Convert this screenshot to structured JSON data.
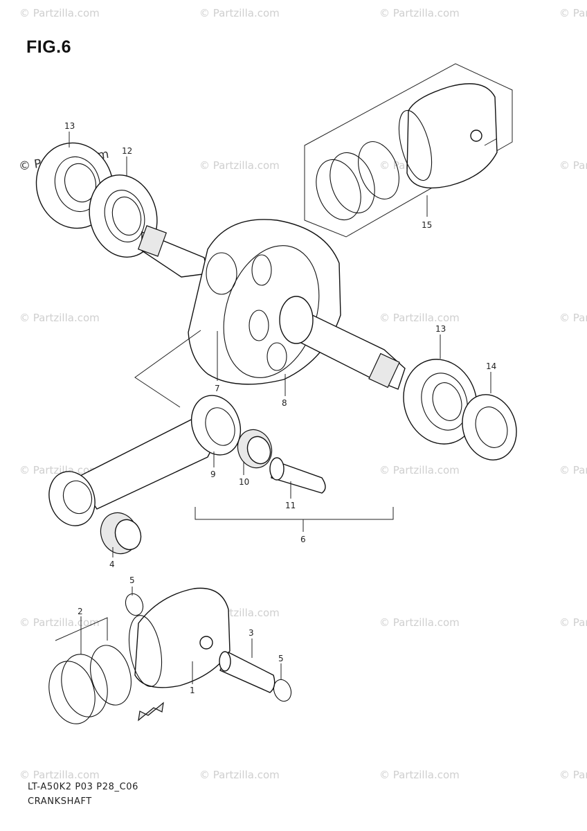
{
  "figure": {
    "title": "FIG.6",
    "model_code": "LT-A50K2 P03 P28_C06",
    "caption": "CRANKSHAFT"
  },
  "watermark": {
    "text": "© Partzilla.com"
  },
  "callouts": {
    "c1": "1",
    "c2": "2",
    "c3": "3",
    "c4": "4",
    "c5a": "5",
    "c5b": "5",
    "c6": "6",
    "c7": "7",
    "c8": "8",
    "c9": "9",
    "c10": "10",
    "c11": "11",
    "c12": "12",
    "c13a": "13",
    "c13b": "13",
    "c14": "14",
    "c15": "15"
  },
  "colors": {
    "line": "#111111",
    "watermark": "#cfcfcf",
    "background": "#ffffff"
  }
}
